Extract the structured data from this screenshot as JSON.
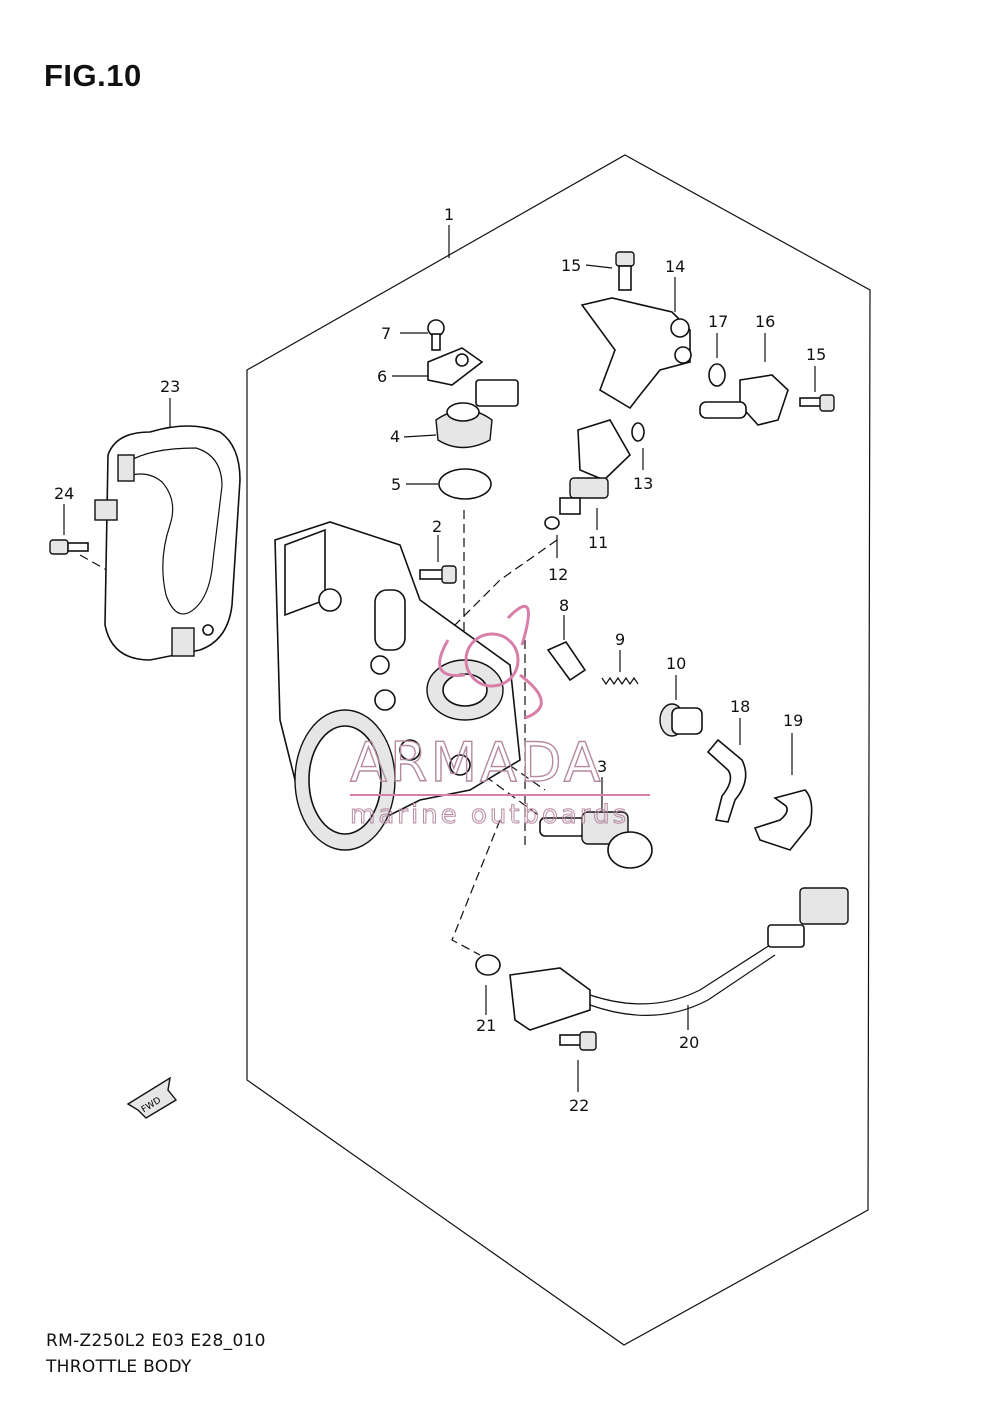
{
  "figure": {
    "title": "FIG.10"
  },
  "footer": {
    "code": "RM-Z250L2 E03 E28_010",
    "name": "THROTTLE BODY"
  },
  "fwd_label": "FWD",
  "watermark": {
    "brand": "ARMADA",
    "tagline": "marine outboards"
  },
  "callouts": [
    "1",
    "2",
    "3",
    "4",
    "5",
    "6",
    "7",
    "8",
    "9",
    "10",
    "11",
    "12",
    "13",
    "14",
    "15",
    "15",
    "16",
    "17",
    "18",
    "19",
    "20",
    "21",
    "22",
    "23",
    "24"
  ]
}
